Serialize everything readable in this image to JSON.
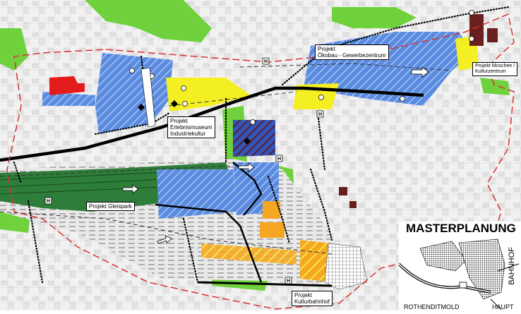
{
  "labels": {
    "oekobau": [
      "Projekt",
      "Ökobau - Gewerbezentrum"
    ],
    "moschee": [
      "Projekt Moschee /",
      "Kulturzentrum"
    ],
    "erlebnis": [
      "Projekt",
      "Erlebnismuseum",
      "Industriekultur"
    ],
    "gleispark": "Projekt Gleispark",
    "kulturbahnhof": [
      "Projekt",
      "Kulturbahnhof"
    ]
  },
  "inset": {
    "title": "MASTERPLANUNG",
    "bottom_left": "ROTHENDITMOLD",
    "bottom_right": "HAUPT",
    "vertical": "BAHNHOF"
  },
  "markers": {
    "h": "H"
  },
  "colors": {
    "blue_hatch": "#4a7fd6",
    "yellow": "#f2ef1f",
    "green": "#66cc33",
    "dark_green": "#1b6b2b",
    "red": "#e31b1b",
    "dark_red": "#6a1f1f",
    "orange": "#f5a623",
    "redline": "#d93030"
  }
}
